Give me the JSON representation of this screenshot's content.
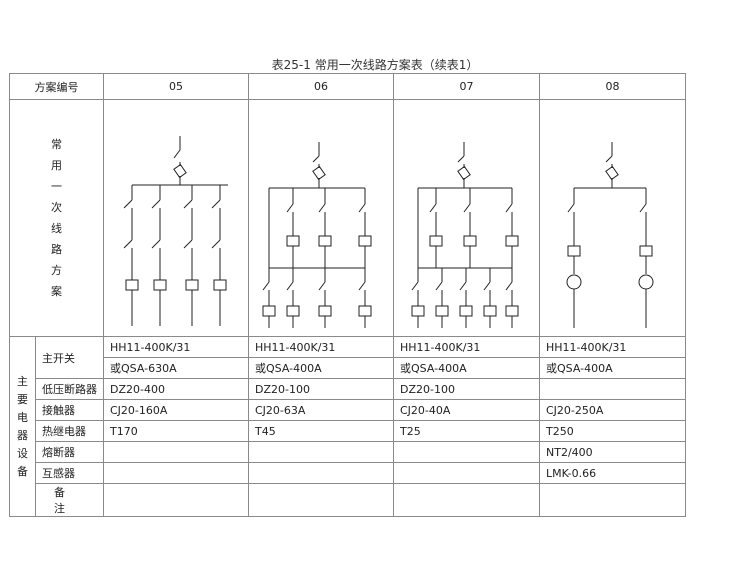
{
  "title": "表25-1 常用一次线路方案表（续表1）",
  "header": {
    "scheme_no_label": "方案编号",
    "schemes": [
      "05",
      "06",
      "07",
      "08"
    ]
  },
  "diagram_label_chars": [
    "常",
    "用",
    "一",
    "次",
    "线",
    "路",
    "方",
    "案"
  ],
  "equipment_group_chars": [
    "主",
    "要",
    "电",
    "器",
    "设",
    "备"
  ],
  "rows": [
    {
      "label": "主开关",
      "values": [
        "HH11-400K/31",
        "HH11-400K/31",
        "HH11-400K/31",
        "HH11-400K/31"
      ],
      "values2": [
        "或QSA-630A",
        "或QSA-400A",
        "或QSA-400A",
        "或QSA-400A"
      ]
    },
    {
      "label": "低压断路器",
      "values": [
        "DZ20-400",
        "DZ20-100",
        "DZ20-100",
        ""
      ]
    },
    {
      "label": "接触器",
      "values": [
        "CJ20-160A",
        "CJ20-63A",
        "CJ20-40A",
        "CJ20-250A"
      ]
    },
    {
      "label": "热继电器",
      "values": [
        "T170",
        "T45",
        "T25",
        "T250"
      ]
    },
    {
      "label": "熔断器",
      "values": [
        "",
        "",
        "",
        "NT2/400"
      ]
    },
    {
      "label": "互感器",
      "values": [
        "",
        "",
        "",
        "LMK-0.66"
      ]
    }
  ],
  "remarks_label": "备    注",
  "icons": {
    "switch": "disconnect-switch-icon",
    "fuse": "fuse-icon",
    "breaker": "breaker-icon",
    "contactor": "contactor-icon",
    "thermal_relay": "thermal-relay-icon",
    "transformer": "current-transformer-icon"
  }
}
